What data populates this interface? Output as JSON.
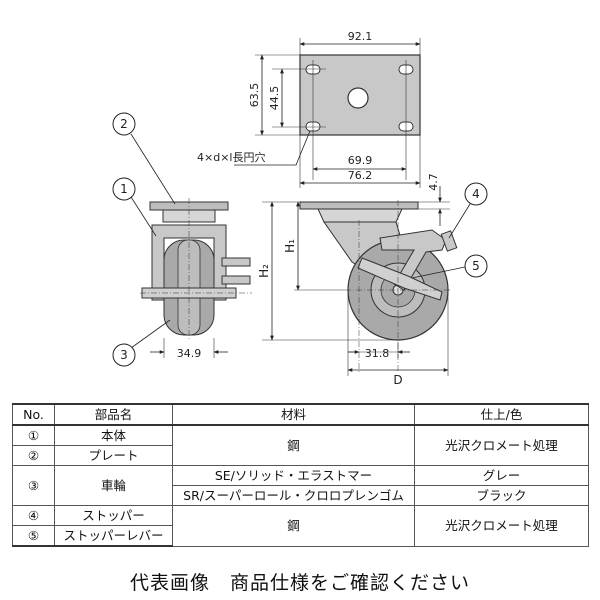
{
  "dimensions": {
    "plate_width": "92.1",
    "plate_height": "63.5",
    "hole_pitch_v": "44.5",
    "hole_pitch_h": "69.9",
    "base_width": "76.2",
    "slot_note": "4×d×l長円穴",
    "gap_4_7": "4.7",
    "h1": "H₁",
    "h2": "H₂",
    "wheel_width": "34.9",
    "offset": "31.8",
    "diameter": "D"
  },
  "callouts": [
    "1",
    "2",
    "3",
    "4",
    "5"
  ],
  "table": {
    "headers": [
      "No.",
      "部品名",
      "材料",
      "仕上/色"
    ],
    "rows": [
      {
        "no": "①",
        "name": "本体",
        "material": "鋼",
        "finish": "光沢クロメート処理"
      },
      {
        "no": "②",
        "name": "プレート"
      },
      {
        "no": "③",
        "name": "車輪",
        "material": "SE/ソリッド・エラストマー",
        "finish": "グレー"
      },
      {
        "material": "SR/スーパーロール・クロロプレンゴム",
        "finish": "ブラック"
      },
      {
        "no": "④",
        "name": "ストッパー",
        "material": "鋼",
        "finish": "光沢クロメート処理"
      },
      {
        "no": "⑤",
        "name": "ストッパーレバー"
      }
    ]
  },
  "caption": "代表画像　商品仕様をご確認ください",
  "colors": {
    "metal": "#c8c8c8",
    "metal_dark": "#8a8a8a",
    "wheel": "#a9a9a9",
    "line": "#222222"
  }
}
